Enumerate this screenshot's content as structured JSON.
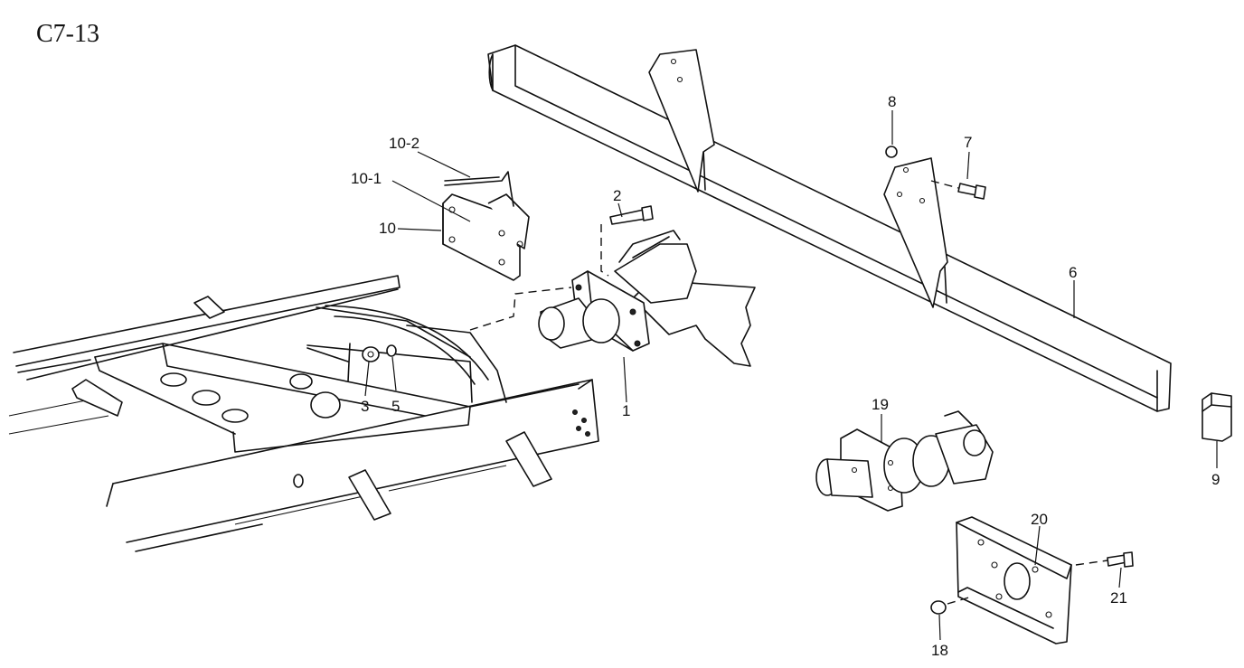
{
  "figure_id": "C7-13",
  "callouts": {
    "c1": "1",
    "c2": "2",
    "c3": "3",
    "c5": "5",
    "c6": "6",
    "c7": "7",
    "c8": "8",
    "c9": "9",
    "c10": "10",
    "c10_1": "10-1",
    "c10_2": "10-2",
    "c18": "18",
    "c19": "19",
    "c20": "20",
    "c21": "21"
  }
}
